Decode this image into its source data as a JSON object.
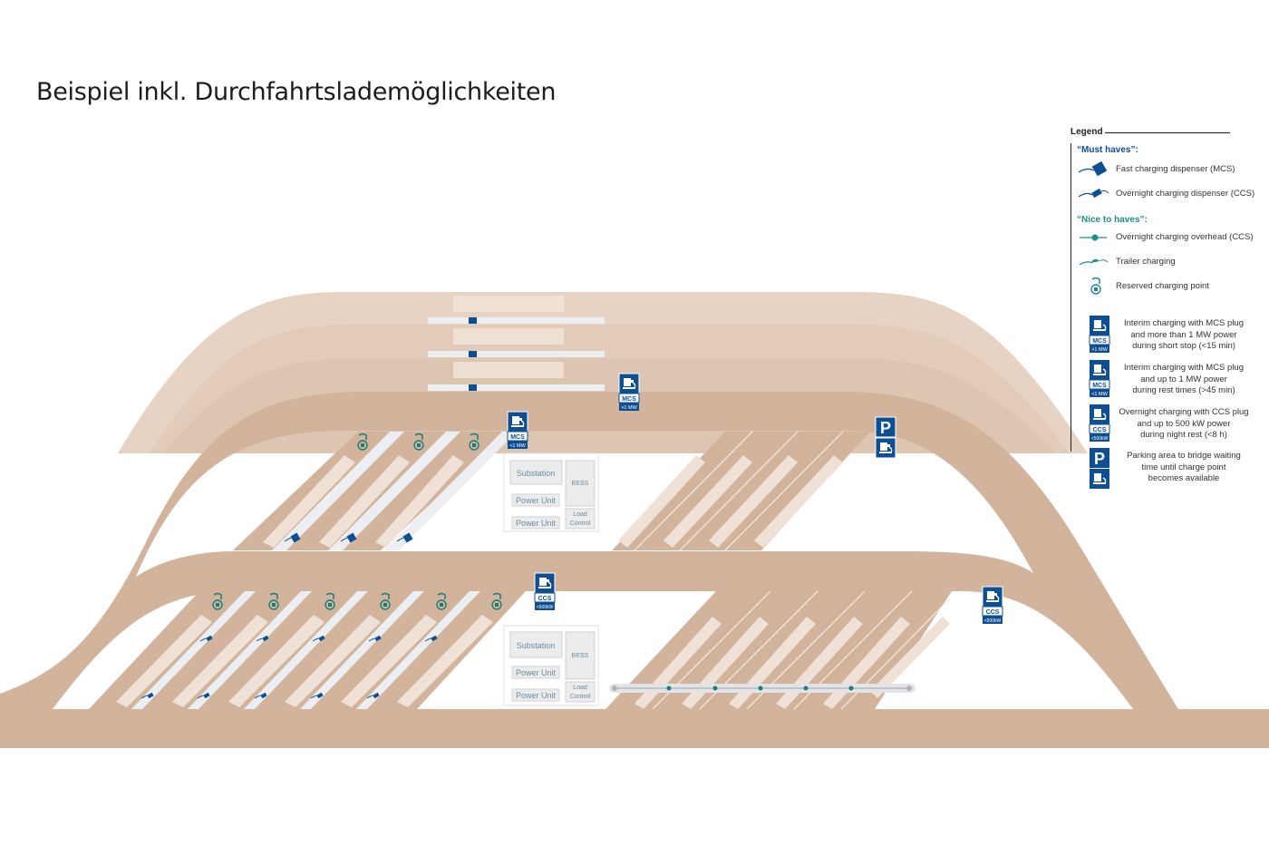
{
  "title": "Beispiel inkl. Durchfahrtslademöglichkeiten",
  "colors": {
    "road": "#d2b49d",
    "road_far": "#e6d3c3",
    "bay": "#efe1d5",
    "lane": "#e9ebef",
    "blue": "#0e4f93",
    "teal": "#1b7d78",
    "legend_teal": "#1f8c8a"
  },
  "infra": {
    "substation": "Substation",
    "power_unit": "Power Unit",
    "bess": "BESS",
    "load_control": "Load\nControl"
  },
  "signs": {
    "mcs": "MCS",
    "ccs": "CCS",
    "gt1mw": ">1 MW",
    "lt1mw": "<1 MW",
    "lt500": "<500kW",
    "parking": "P"
  },
  "legend": {
    "title": "Legend",
    "must_haves": "“Must haves”:",
    "nice_to_haves": "“Nice to haves”:",
    "items": [
      {
        "icon": "fast-charging-dispenser-icon",
        "text": "Fast charging dispenser (MCS)"
      },
      {
        "icon": "overnight-charging-dispenser-icon",
        "text": "Overnight charging dispenser (CCS)"
      },
      {
        "icon": "overnight-overhead-icon",
        "text": "Overnight charging overhead (CCS)"
      },
      {
        "icon": "trailer-charging-icon",
        "text": "Trailer charging"
      },
      {
        "icon": "reserved-charging-point-icon",
        "text": "Reserved charging point"
      },
      {
        "icon": "mcs-gt1mw-sign-icon",
        "lines": [
          "Interim charging with MCS plug",
          "and more than 1 MW power",
          "during short stop (<15 min)"
        ]
      },
      {
        "icon": "mcs-lt1mw-sign-icon",
        "lines": [
          "Interim charging with MCS plug",
          "and up to 1 MW power",
          "during rest times (>45 min)"
        ]
      },
      {
        "icon": "ccs-sign-icon",
        "lines": [
          "Overnight charging with CCS plug",
          "and up to 500 kW power",
          "during night rest (<8 h)"
        ]
      },
      {
        "icon": "parking-sign-icon",
        "lines": [
          "Parking area to bridge waiting",
          "time until charge point",
          "becomes available"
        ]
      }
    ]
  }
}
